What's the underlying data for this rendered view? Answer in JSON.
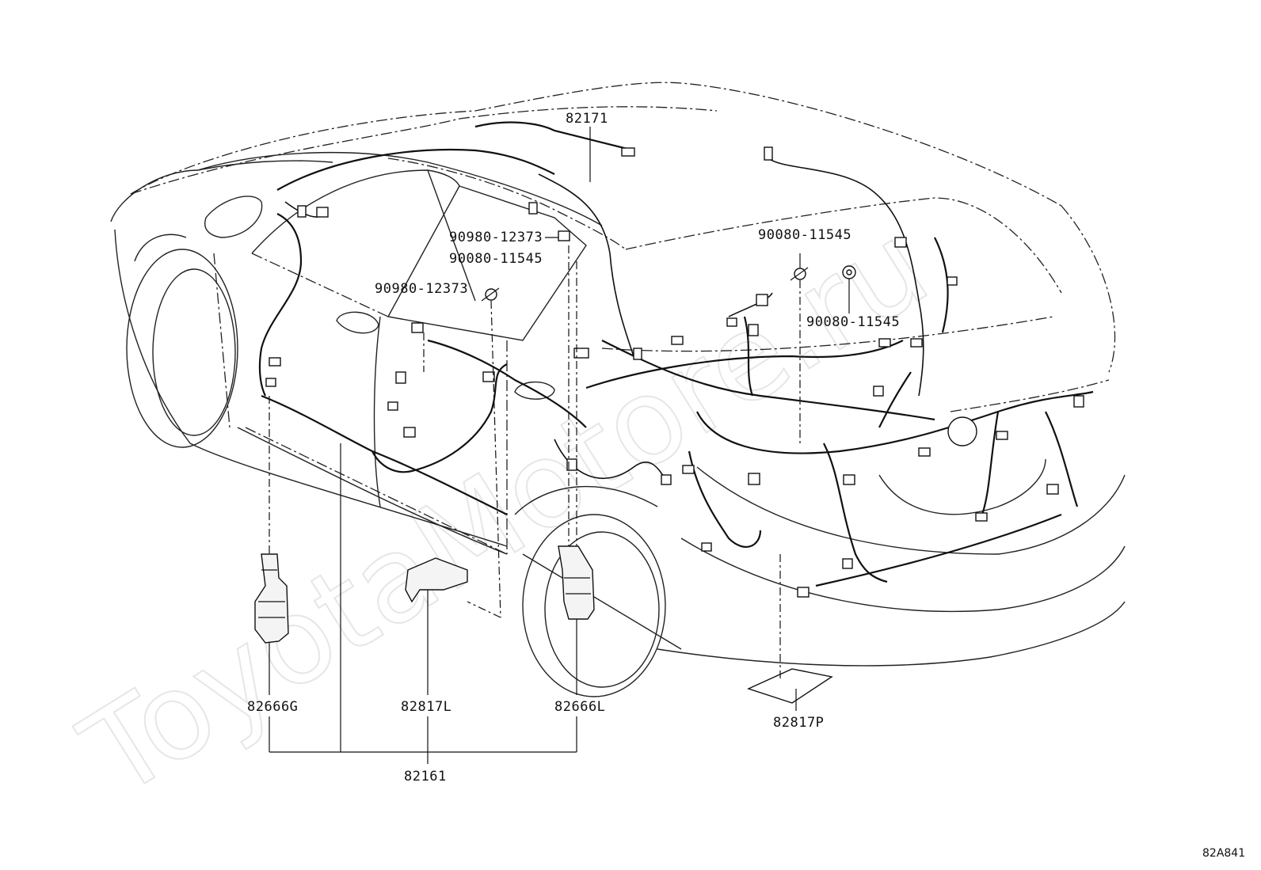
{
  "watermark": "ToyotaMotore.ru",
  "figure_code": "82A841",
  "labels": {
    "roof_harness": "82171",
    "clamp_left_upper": "90980-12373",
    "bolt_left": "90080-11545",
    "clamp_left_lower": "90980-12373",
    "bolt_right_upper": "90080-11545",
    "bolt_right_lower": "90080-11545",
    "protector_g": "82666G",
    "protector_l_bracket": "82817L",
    "protector_l": "82666L",
    "floor_harness": "82161",
    "plate_p": "82817P"
  }
}
